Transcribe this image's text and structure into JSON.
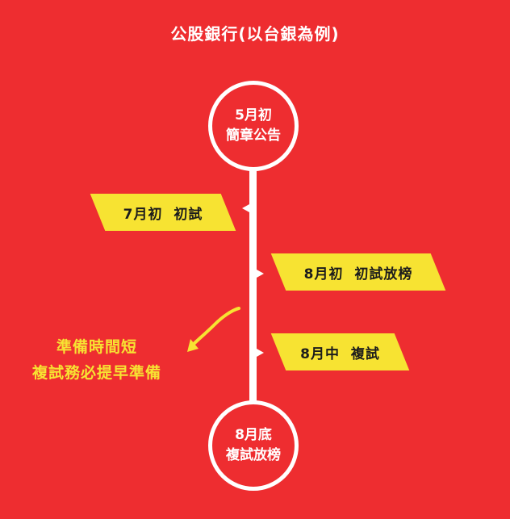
{
  "title": "公股銀行(以台銀為例)",
  "timeline": {
    "start": {
      "line1": "5月初",
      "line2": "簡章公告"
    },
    "end": {
      "line1": "8月底",
      "line2": "複試放榜"
    }
  },
  "milestones": [
    {
      "label": "7月初  初試"
    },
    {
      "label": "8月初  初試放榜"
    },
    {
      "label": "8月中  複試"
    }
  ],
  "note": {
    "line1": "準備時間短",
    "line2": "複試務必提早準備"
  },
  "colors": {
    "background": "#ee2d30",
    "tag": "#f7e332",
    "line": "#ffffff",
    "note_text": "#f7e332"
  }
}
